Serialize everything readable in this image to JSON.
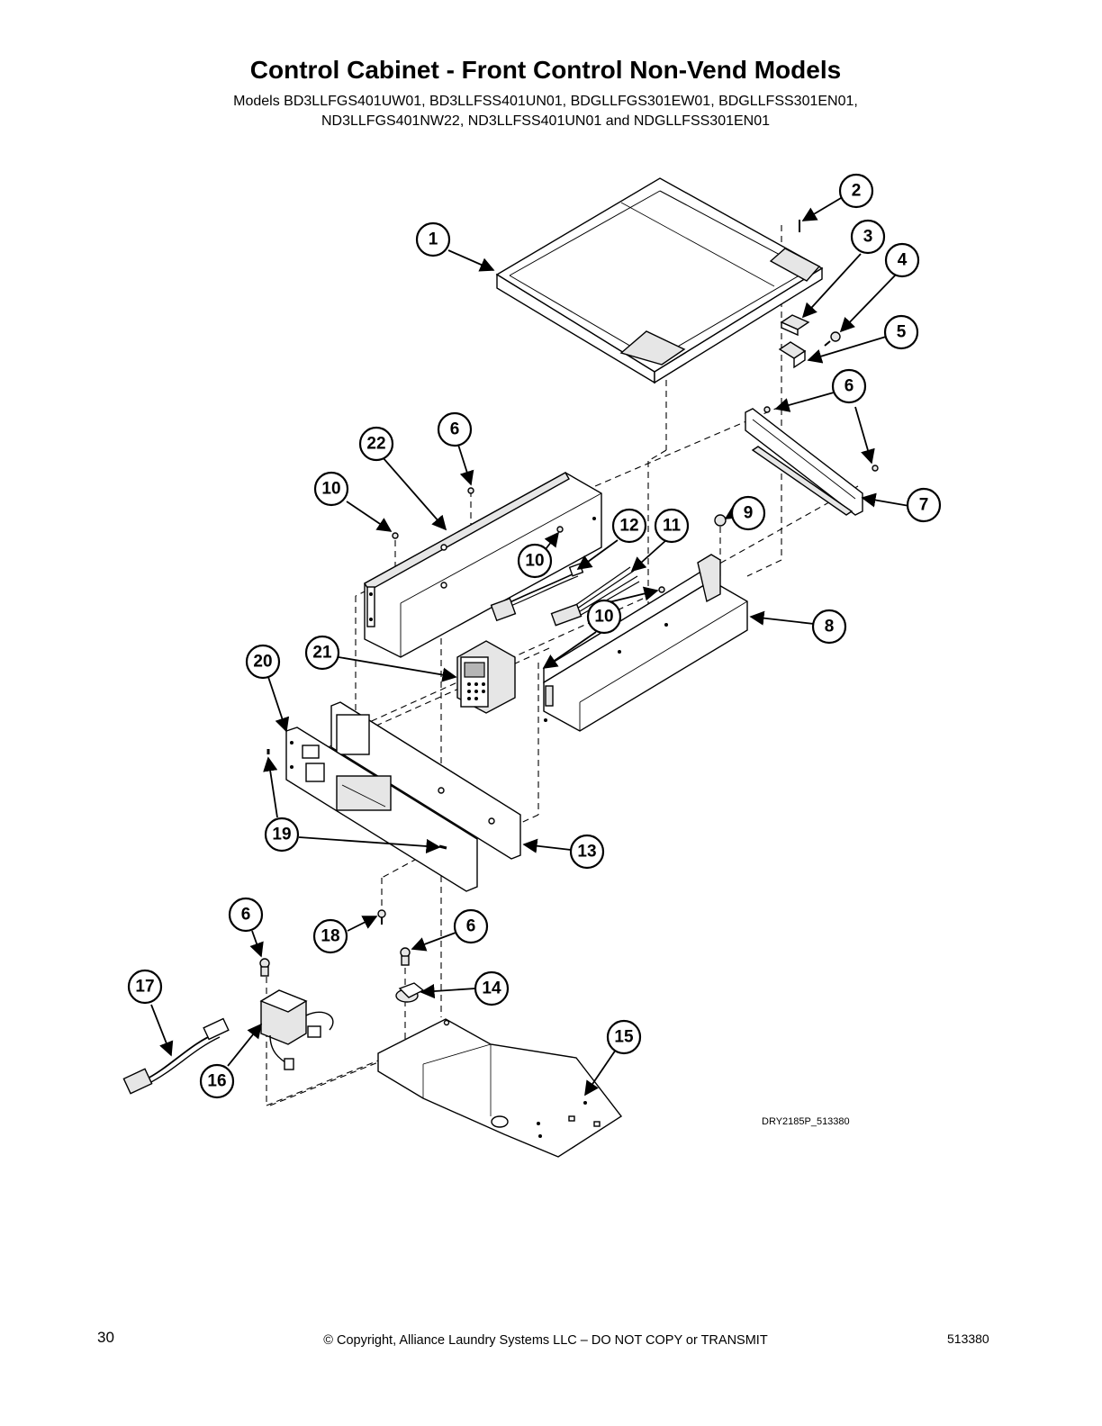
{
  "header": {
    "title": "Control Cabinet - Front Control Non-Vend Models",
    "models_line1": "Models BD3LLFGS401UW01, BD3LLFSS401UN01, BDGLLFGS301EW01, BDGLLFSS301EN01,",
    "models_line2": "ND3LLFGS401NW22, ND3LLFSS401UN01 and NDGLLFSS301EN01"
  },
  "diagram": {
    "drawing_id": "DRY2185P_513380",
    "callouts": [
      "1",
      "2",
      "3",
      "4",
      "5",
      "6",
      "6",
      "7",
      "8",
      "9",
      "10",
      "10",
      "10",
      "11",
      "12",
      "13",
      "14",
      "15",
      "16",
      "17",
      "18",
      "19",
      "20",
      "21",
      "22",
      "6",
      "6"
    ]
  },
  "footer": {
    "page_number": "30",
    "copyright": "© Copyright, Alliance Laundry Systems LLC – DO NOT COPY or TRANSMIT",
    "document_number": "513380"
  }
}
